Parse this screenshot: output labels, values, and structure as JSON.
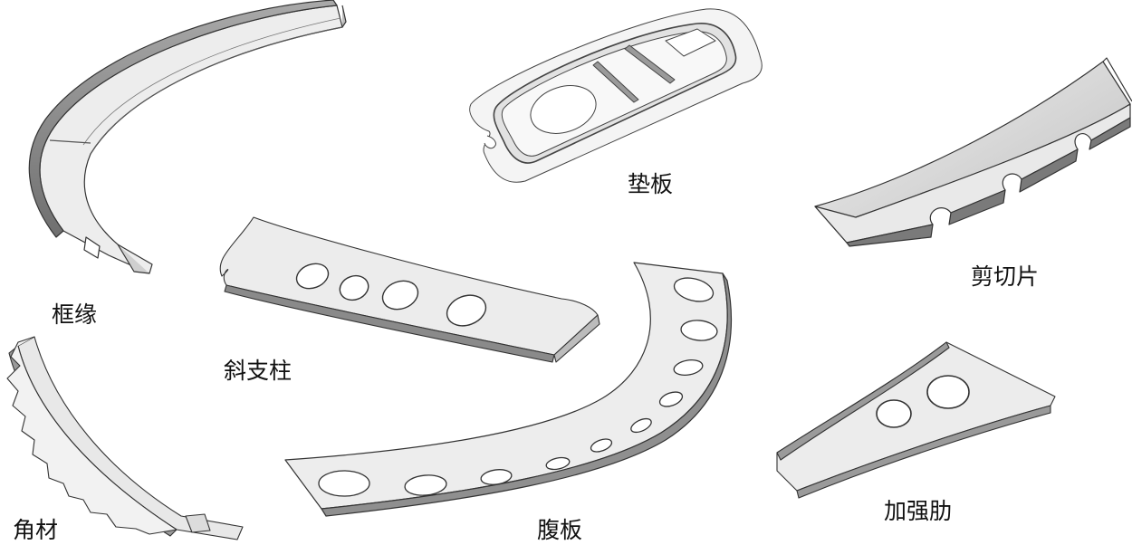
{
  "parts": {
    "frame_flange": "框缘",
    "shim_plate": "垫板",
    "cut_sheet": "剪切片",
    "diagonal_strut": "斜支柱",
    "angle": "角材",
    "web_plate": "腹板",
    "stiffener": "加强肋"
  },
  "colors": {
    "background": "#ffffff",
    "outline": "#333333",
    "light_face": "#efefef",
    "mid_face": "#cfcfcf",
    "dark_face": "#8a8a8a",
    "hole": "#ffffff"
  }
}
